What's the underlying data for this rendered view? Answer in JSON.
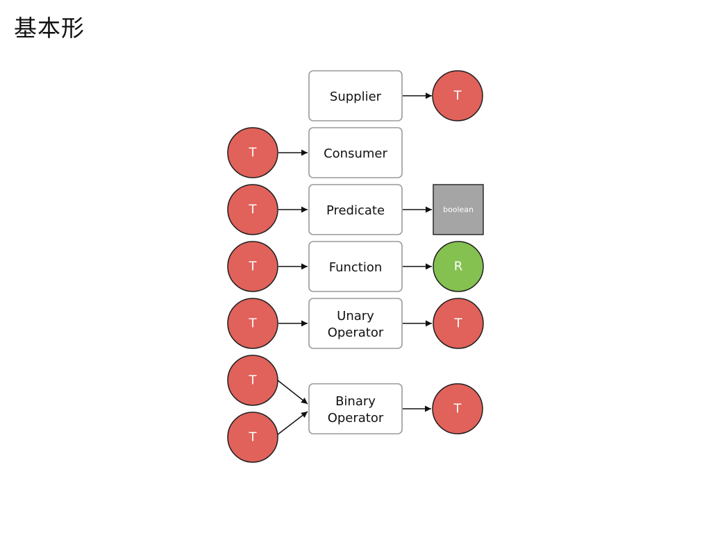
{
  "slide_title": "基本形",
  "diagram": {
    "supplier": {
      "label": "Supplier",
      "output": "T"
    },
    "consumer": {
      "label": "Consumer",
      "input": "T"
    },
    "predicate": {
      "label": "Predicate",
      "input": "T",
      "output": "boolean"
    },
    "function": {
      "label": "Function",
      "input": "T",
      "output": "R"
    },
    "unary_operator": {
      "label_lines": [
        "Unary",
        "Operator"
      ],
      "input": "T",
      "output": "T"
    },
    "binary_operator": {
      "label_lines": [
        "Binary",
        "Operator"
      ],
      "inputs": [
        "T",
        "T"
      ],
      "output": "T"
    }
  },
  "colors": {
    "type_t_node": "#e0625a",
    "type_r_node": "#84c151",
    "boolean_node": "#a5a5a5",
    "box_border": "#9a9a9a",
    "node_border": "#1e1e1e"
  }
}
